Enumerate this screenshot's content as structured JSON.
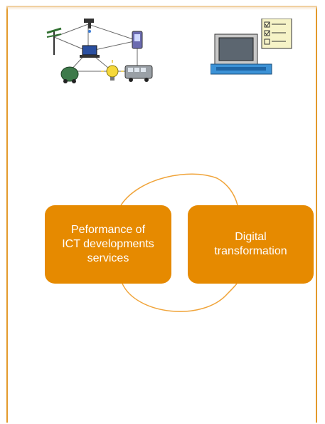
{
  "diagram": {
    "nodes": [
      {
        "label": "Peformance of\nICT developments\nservices"
      },
      {
        "label": "Digital\ntransformation"
      }
    ],
    "colors": {
      "node_fill": "#e68a00",
      "node_text": "#ffffff",
      "connector": "#f0a43a",
      "frame_border": "#e39a2b"
    }
  },
  "illustrations": {
    "left": "network-of-devices-clipart",
    "right": "computer-with-checklist-clipart"
  }
}
